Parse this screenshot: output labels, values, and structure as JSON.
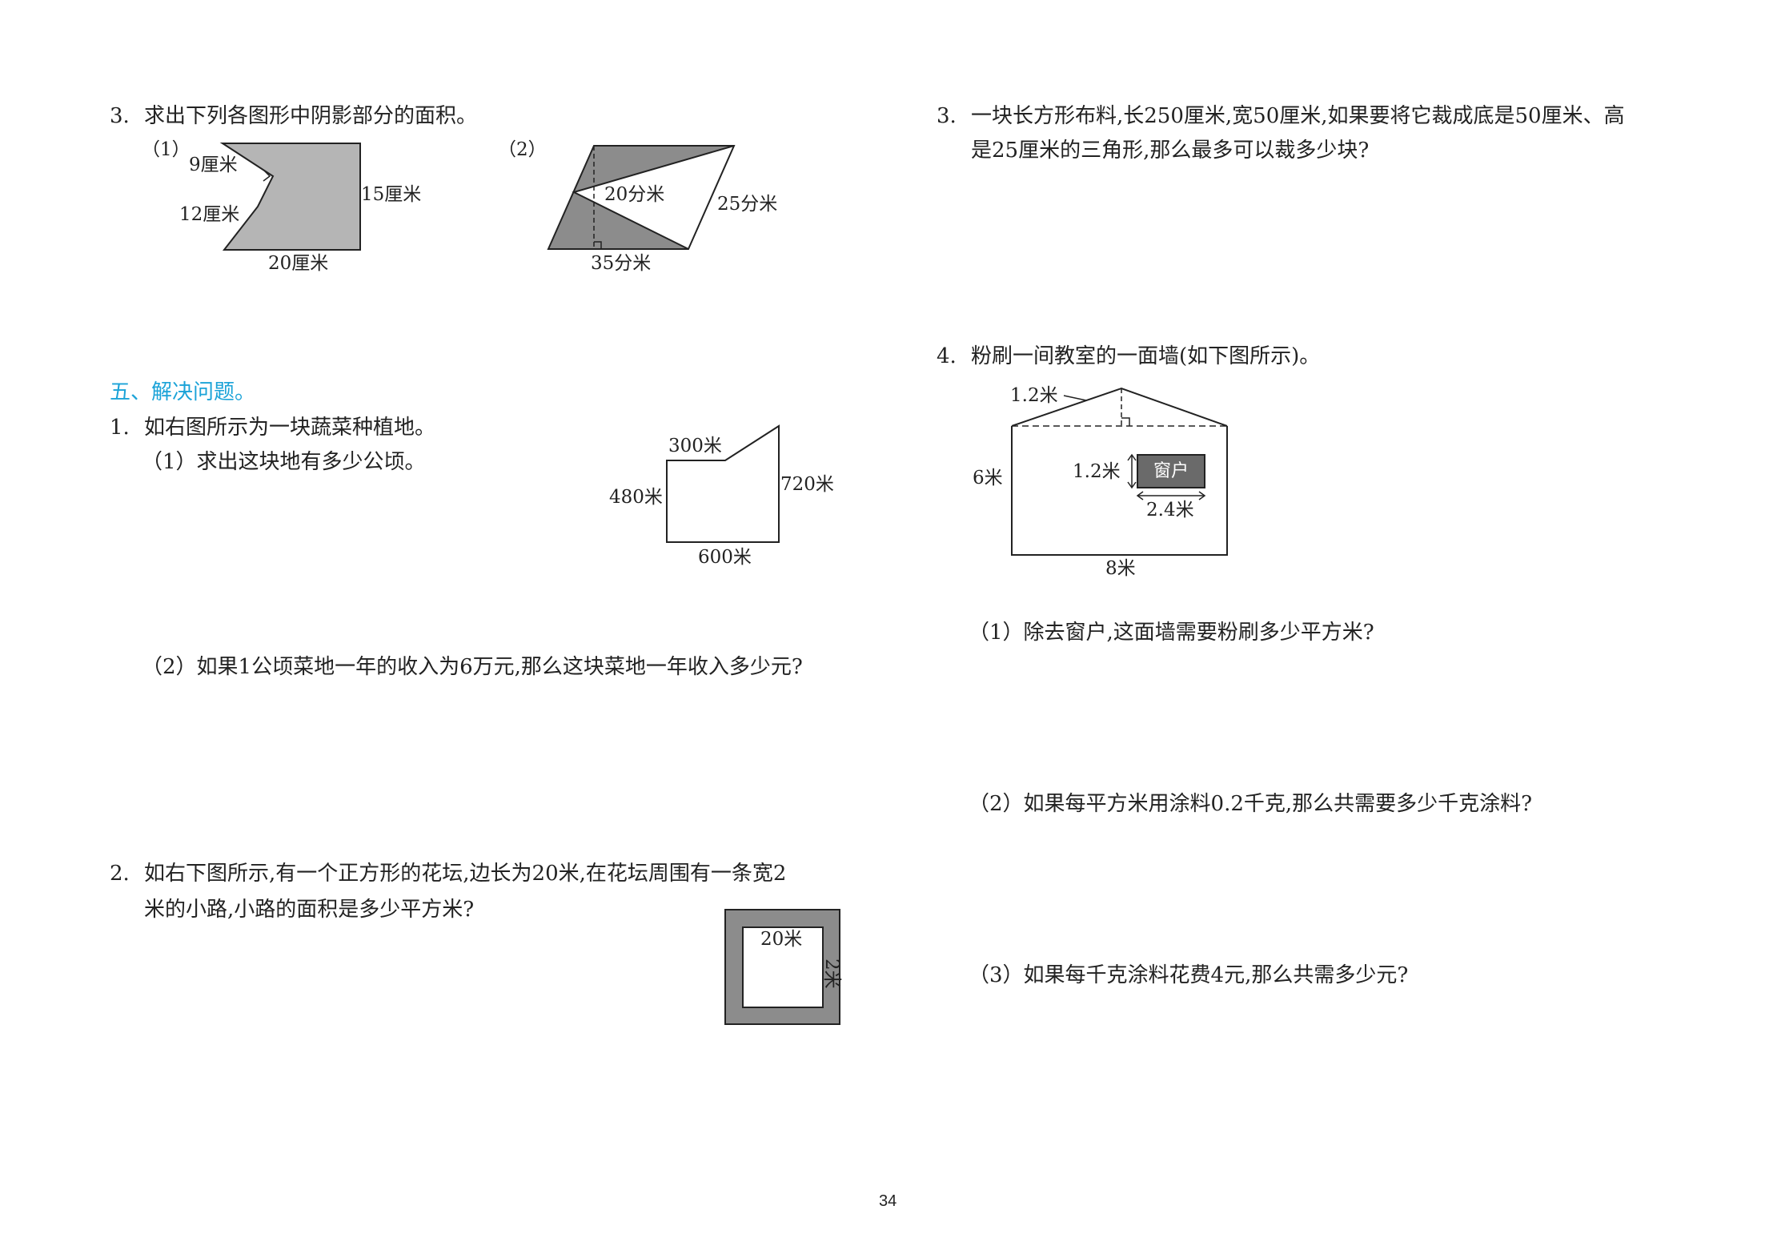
{
  "left": {
    "q3": {
      "number": "3.",
      "text": "求出下列各图形中阴影部分的面积。",
      "fig1": {
        "tag": "（1）",
        "l_9": "9厘米",
        "l_12": "12厘米",
        "l_15": "15厘米",
        "l_20": "20厘米"
      },
      "fig2": {
        "tag": "（2）",
        "l_20": "20分米",
        "l_25": "25分米",
        "l_35": "35分米"
      }
    },
    "section5": {
      "title": "五、解决问题。"
    },
    "p1": {
      "number": "1.",
      "text": "如右图所示为一块蔬菜种植地。",
      "sub1": "（1）求出这块地有多少公顷。",
      "sub2": "（2）如果1公顷菜地一年的收入为6万元,那么这块菜地一年收入多少元?",
      "fig": {
        "l_300": "300米",
        "l_480": "480米",
        "l_720": "720米",
        "l_600": "600米"
      }
    },
    "p2": {
      "number": "2.",
      "line1": "如右下图所示,有一个正方形的花坛,边长为20米,在花坛周围有一条宽2",
      "line2": "米的小路,小路的面积是多少平方米?",
      "fig": {
        "l_20": "20米",
        "l_2": "2米"
      }
    }
  },
  "right": {
    "p3": {
      "number": "3.",
      "line1": "一块长方形布料,长250厘米,宽50厘米,如果要将它裁成底是50厘米、高",
      "line2": "是25厘米的三角形,那么最多可以裁多少块?"
    },
    "p4": {
      "number": "4.",
      "text": "粉刷一间教室的一面墙(如下图所示)。",
      "fig": {
        "l_roof": "1.2米",
        "l_6": "6米",
        "l_win_h": "1.2米",
        "window": "窗户",
        "l_win_w": "2.4米",
        "l_8": "8米"
      },
      "sub1": "（1）除去窗户,这面墙需要粉刷多少平方米?",
      "sub2": "（2）如果每平方米用涂料0.2千克,那么共需要多少千克涂料?",
      "sub3": "（3）如果每千克涂料花费4元,那么共需多少元?"
    }
  },
  "page_number": "34",
  "colors": {
    "shade": "#b5b5b5",
    "shade_dark": "#8c8c8c",
    "window": "#6a6a6a",
    "section": "#1ba3d8"
  }
}
